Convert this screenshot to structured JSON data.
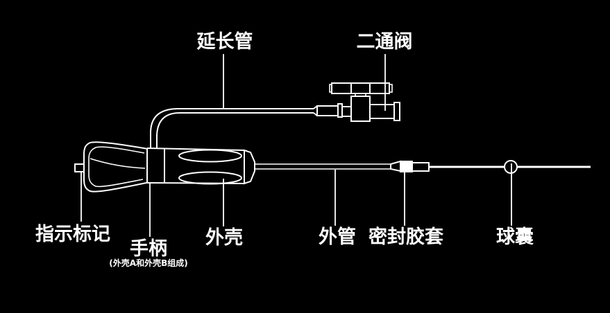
{
  "figure": {
    "background_color": "#000000",
    "line_color": "#ffffff",
    "labels": {
      "extension_tube": "延长管",
      "two_way_valve": "二通阀",
      "indicator_mark": "指示标记",
      "handle": "手柄",
      "handle_note": "(外壳A和外壳B组成)",
      "outer_shell": "外壳",
      "outer_tube": "外管",
      "sealing_sleeve": "密封胶套",
      "balloon": "球囊"
    }
  }
}
